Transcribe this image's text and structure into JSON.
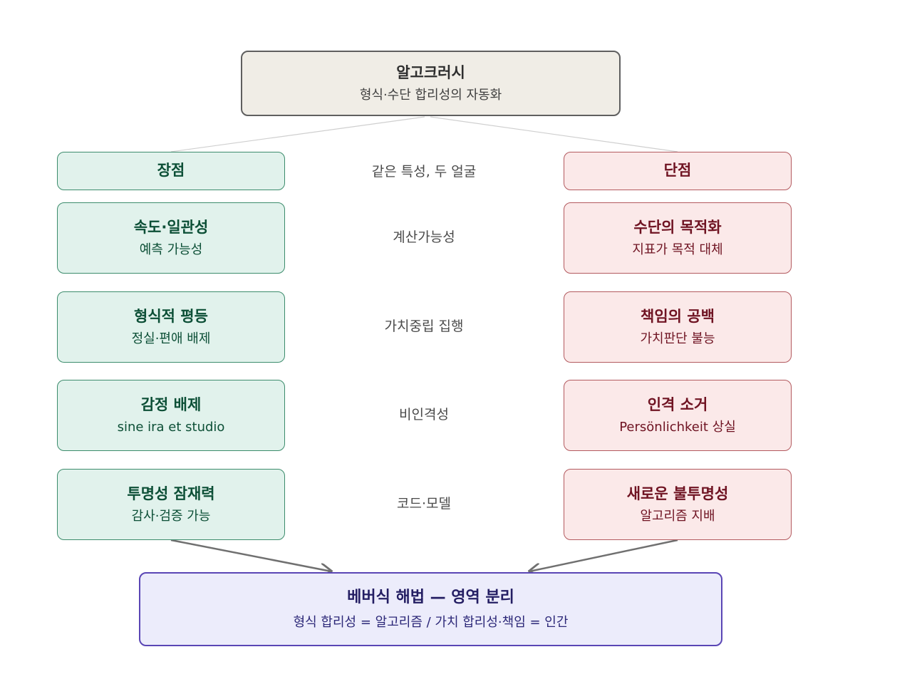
{
  "top": {
    "title": "알고크러시",
    "subtitle": "형식·수단 합리성의 자동화"
  },
  "pros": {
    "header": "장점",
    "items": [
      {
        "title": "속도·일관성",
        "subtitle": "예측 가능성"
      },
      {
        "title": "형식적 평등",
        "subtitle": "정실·편애 배제"
      },
      {
        "title": "감정 배제",
        "subtitle": "sine ira et studio"
      },
      {
        "title": "투명성 잠재력",
        "subtitle": "감사·검증 가능"
      }
    ]
  },
  "cons": {
    "header": "단점",
    "items": [
      {
        "title": "수단의 목적화",
        "subtitle": "지표가 목적 대체"
      },
      {
        "title": "책임의 공백",
        "subtitle": "가치판단 불능"
      },
      {
        "title": "인격 소거",
        "subtitle": "Persönlichkeit 상실"
      },
      {
        "title": "새로운 불투명성",
        "subtitle": "알고리즘 지배"
      }
    ]
  },
  "middle": {
    "header": "같은 특성, 두 얼굴",
    "items": [
      "계산가능성",
      "가치중립 집행",
      "비인격성",
      "코드·모델"
    ]
  },
  "bottom": {
    "title": "베버식 해법 — 영역 분리",
    "subtitle": "형식 합리성 = 알고리즘 / 가치 합리성·책임 = 인간"
  },
  "colors": {
    "pro_fill": "#e1f2ec",
    "pro_border": "#3c8c6c",
    "pro_text": "#0c4f36",
    "con_fill": "#fbe9e9",
    "con_border": "#b35a5f",
    "con_text": "#6f1322",
    "top_fill": "#f0ede6",
    "top_border": "#5f5f5f",
    "bottom_fill": "#ececfb",
    "bottom_border": "#5a46b5",
    "bottom_text": "#241e63"
  }
}
